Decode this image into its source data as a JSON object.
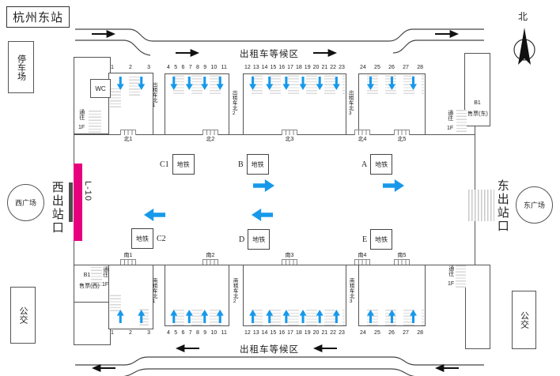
{
  "title": "杭州东站",
  "compass": {
    "north": "北"
  },
  "labels": {
    "parking": "停车场",
    "plaza_west": "西广场",
    "exit_west": "西出站口",
    "plaza_east": "东广场",
    "exit_east": "东出站口",
    "bus_west": "公交",
    "bus_east": "公交"
  },
  "taxi_area": {
    "top_label": "出租车等候区",
    "bottom_label": "出租车等候区"
  },
  "platform_bar": {
    "label": "L-10"
  },
  "wc": {
    "label": "WC"
  },
  "passage": {
    "tongwang": "通往",
    "floor": "1F"
  },
  "ticket_east": {
    "line1": "B1",
    "line2": "售票(东)"
  },
  "ticket_west": {
    "line1": "B1",
    "line2": "售票(西)"
  },
  "metro_label": "地铁",
  "metro_entrances": [
    {
      "letter": "C1"
    },
    {
      "letter": "B"
    },
    {
      "letter": "A"
    },
    {
      "letter": "C2"
    },
    {
      "letter": "D"
    },
    {
      "letter": "E"
    }
  ],
  "north_doors": [
    "北1",
    "北2",
    "北3",
    "北4",
    "北5"
  ],
  "south_doors": [
    "南1",
    "南2",
    "南3",
    "南4",
    "南5"
  ],
  "taxi_lanes_top": [
    "出租车北1",
    "出租车北2",
    "出租车北3"
  ],
  "taxi_lanes_bottom": [
    "南租车北1",
    "南租车北2",
    "南租车北3"
  ],
  "bays_top": [
    {
      "numbers": [
        "1",
        "2",
        "3"
      ],
      "arrow_count": 2
    },
    {
      "numbers": [
        "4",
        "5",
        "6",
        "7",
        "8",
        "9",
        "10",
        "11"
      ],
      "arrow_count": 4
    },
    {
      "numbers": [
        "12",
        "13",
        "14",
        "15",
        "16",
        "17",
        "18",
        "19",
        "20",
        "21",
        "22",
        "23"
      ],
      "arrow_count": 6
    },
    {
      "numbers": [
        "24",
        "25",
        "26",
        "27",
        "28"
      ],
      "arrow_count": 3
    }
  ],
  "bays_bottom": [
    {
      "numbers": [
        "1",
        "2",
        "3"
      ],
      "arrow_count": 2
    },
    {
      "numbers": [
        "4",
        "5",
        "6",
        "7",
        "8",
        "9",
        "10",
        "11"
      ],
      "arrow_count": 4
    },
    {
      "numbers": [
        "12",
        "13",
        "14",
        "15",
        "16",
        "17",
        "18",
        "19",
        "20",
        "21",
        "22",
        "23"
      ],
      "arrow_count": 6
    },
    {
      "numbers": [
        "24",
        "25",
        "26",
        "27",
        "28"
      ],
      "arrow_count": 3
    }
  ],
  "colors": {
    "accent_magenta": "#e6007e",
    "flow_blue": "#1799ea"
  }
}
